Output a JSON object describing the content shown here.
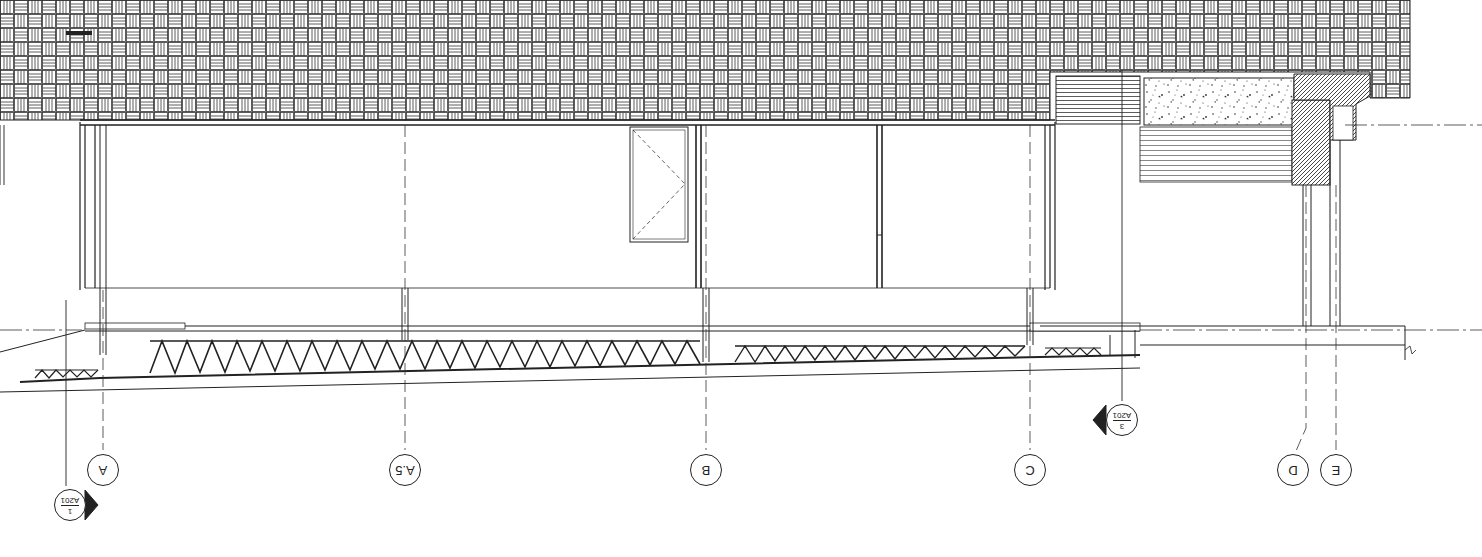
{
  "diagram": {
    "nodes": [
      {
        "text": [
          "A"
        ]
      },
      {
        "text": [
          "A.5"
        ]
      },
      {
        "text": [
          "B"
        ]
      },
      {
        "text": [
          "C"
        ]
      },
      {
        "text": [
          "D"
        ]
      },
      {
        "text": [
          "E"
        ]
      },
      {
        "text": [
          "1",
          "A201"
        ]
      },
      {
        "text": [
          "3",
          "A201"
        ]
      }
    ]
  }
}
